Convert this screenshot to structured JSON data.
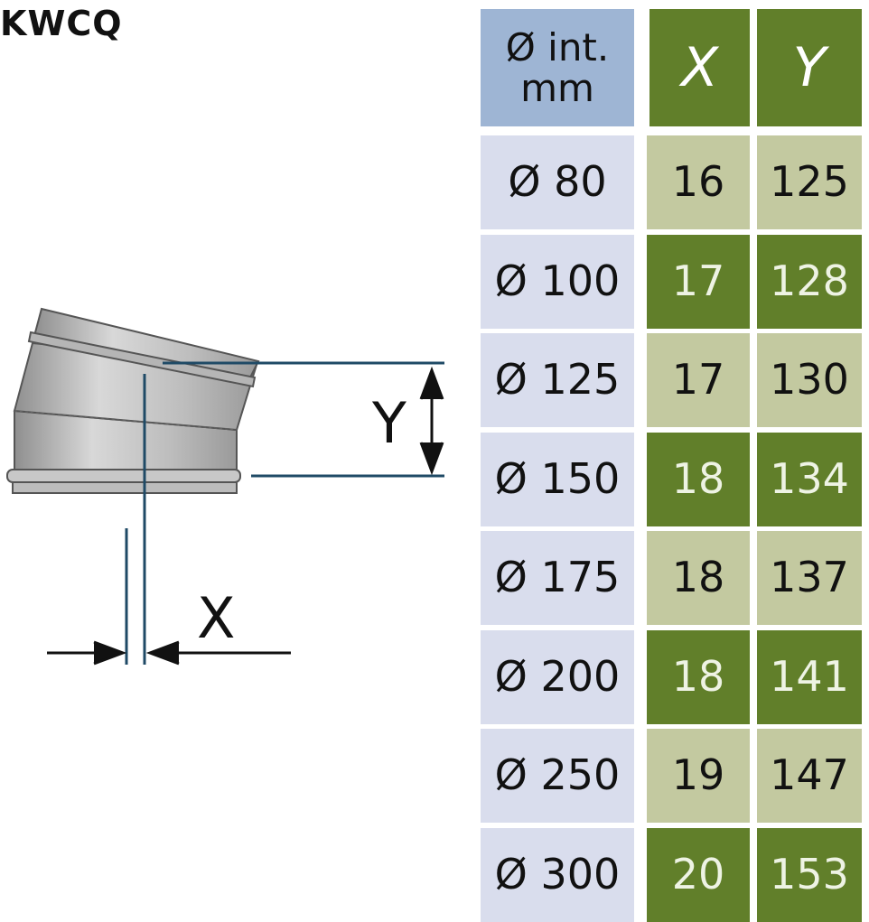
{
  "title": "KWCQ",
  "diagram": {
    "label_x": "X",
    "label_y": "Y"
  },
  "table": {
    "header": {
      "diameter_line1": "Ø int.",
      "diameter_line2": "mm",
      "x": "X",
      "y": "Y"
    },
    "rows": [
      {
        "diameter": "Ø 80",
        "x": "16",
        "y": "125"
      },
      {
        "diameter": "Ø 100",
        "x": "17",
        "y": "128"
      },
      {
        "diameter": "Ø 125",
        "x": "17",
        "y": "130"
      },
      {
        "diameter": "Ø 150",
        "x": "18",
        "y": "134"
      },
      {
        "diameter": "Ø 175",
        "x": "18",
        "y": "137"
      },
      {
        "diameter": "Ø 200",
        "x": "18",
        "y": "141"
      },
      {
        "diameter": "Ø 250",
        "x": "19",
        "y": "147"
      },
      {
        "diameter": "Ø 300",
        "x": "20",
        "y": "153"
      }
    ]
  },
  "colors": {
    "header_diameter": "#9eb5d4",
    "header_xy": "#617f2a",
    "diameter_cell": "#d9dded",
    "light_green": "#c3c9a0",
    "dark_green": "#617f2a",
    "dimension_line": "#1f4a66"
  }
}
